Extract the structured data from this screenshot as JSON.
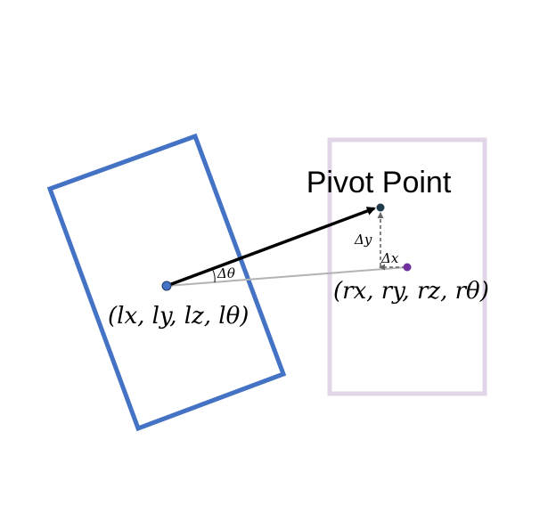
{
  "labels": {
    "pivot_title": "Pivot Point",
    "delta_theta": "Δθ",
    "delta_y": "Δy",
    "delta_x": "Δx",
    "left_pose": "(lx, ly, lz, lθ)",
    "right_pose": "(rx, ry, rz, rθ)"
  },
  "colors": {
    "left_box": "#4472c4",
    "right_box": "#e1d5e7",
    "arrow": "#000000",
    "gray_line": "#b3b3b3",
    "dashed": "#666666",
    "left_dot": "#4472c4",
    "right_dot": "#7030a0",
    "pivot_dot": "#1f3a4a"
  }
}
